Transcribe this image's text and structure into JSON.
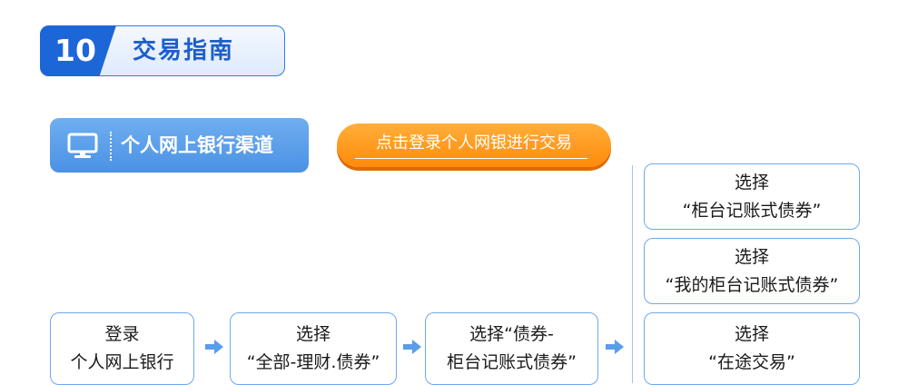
{
  "section": {
    "number": "10",
    "title": "交易指南"
  },
  "channel": {
    "icon": "monitor-icon",
    "label": "个人网上银行渠道"
  },
  "login_button": {
    "label": "点击登录个人网银进行交易"
  },
  "steps": [
    {
      "line1": "登录",
      "line2": "个人网上银行"
    },
    {
      "line1": "选择",
      "line2": "“全部-理财.债券”"
    },
    {
      "line1": "选择“债券-",
      "line2": "柜台记账式债券”"
    }
  ],
  "options": [
    {
      "line1": "选择",
      "line2": "“柜台记账式债券”"
    },
    {
      "line1": "选择",
      "line2": "“我的柜台记账式债券”"
    },
    {
      "line1": "选择",
      "line2": "“在途交易”"
    }
  ],
  "colors": {
    "primary_blue": "#1d66d8",
    "light_blue": "#5a9de9",
    "border_blue": "#6ea8ee",
    "orange": "#ff8a0a"
  }
}
